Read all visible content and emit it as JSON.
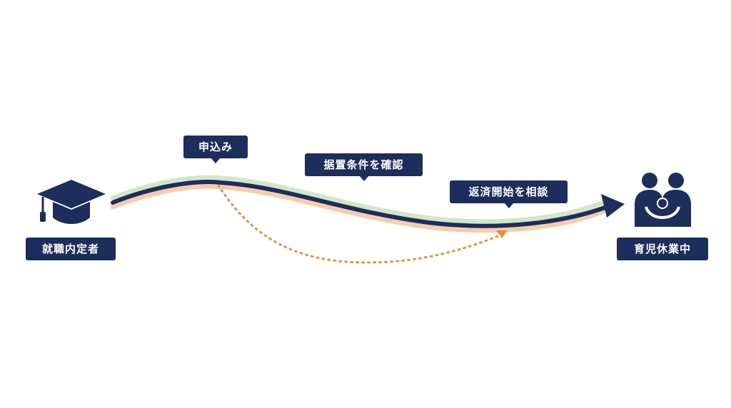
{
  "start": {
    "label": "就職内定者",
    "icon": "graduation-cap-icon"
  },
  "end": {
    "label": "育児休業中",
    "icon": "parent-child-icon"
  },
  "callouts": {
    "apply": "申込み",
    "deferment": "据置条件を確認",
    "repayment": "返済開始を相談"
  },
  "colors": {
    "navy": "#1d2d5c",
    "green_band": "#d3e6c9",
    "peach_band": "#f6cdaa",
    "orange_dotted": "#e8923b",
    "background": "#ffffff"
  }
}
